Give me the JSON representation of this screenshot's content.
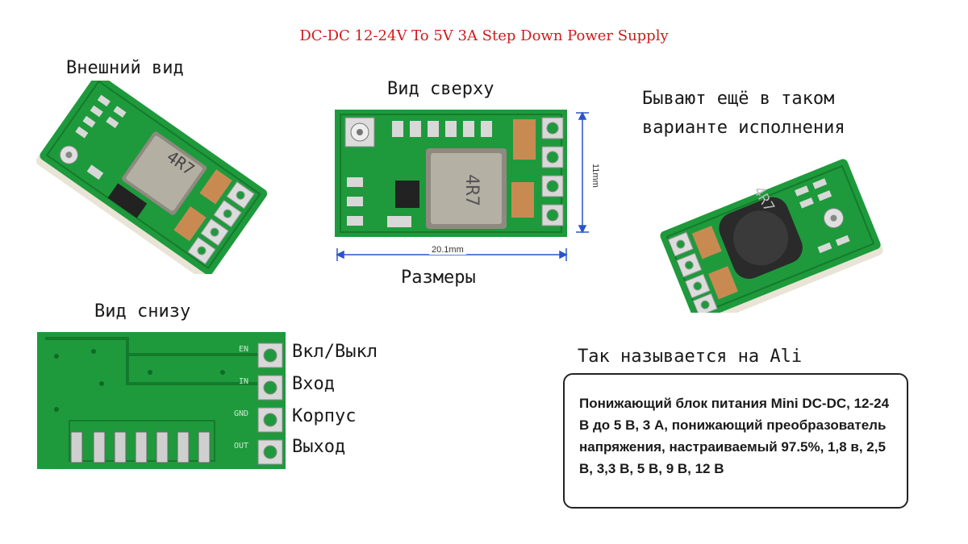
{
  "title": "DC-DC 12-24V To 5V 3A Step Down Power Supply",
  "labels": {
    "external_view": "Внешний вид",
    "top_view": "Вид сверху",
    "variant_line1": "Бывают ещё в таком",
    "variant_line2": "варианте исполнения",
    "dimensions": "Размеры",
    "bottom_view": "Вид снизу",
    "ali_heading": "Так называется на Ali"
  },
  "pins": {
    "on_off": "Вкл/Выкл",
    "input": "Вход",
    "ground": "Корпус",
    "output": "Выход"
  },
  "board_marks": {
    "inductor": "4R7",
    "pad_en": "EN",
    "pad_in": "IN",
    "pad_gnd": "GND",
    "pad_out": "OUT"
  },
  "dimensions": {
    "width": "20.1mm",
    "height": "11mm"
  },
  "ali_description": "Понижающий блок питания Mini DC-DC, 12-24 В до 5 В, 3 А, понижающий преобразователь напряжения, настраиваемый 97.5%, 1,8 в, 2,5 В, 3,3 В, 5 В, 9 В, 12 В",
  "colors": {
    "title": "#d11a1a",
    "pcb_green": "#1e9a3c",
    "pcb_dark": "#157a2c",
    "dim_line": "#2a55c8"
  }
}
